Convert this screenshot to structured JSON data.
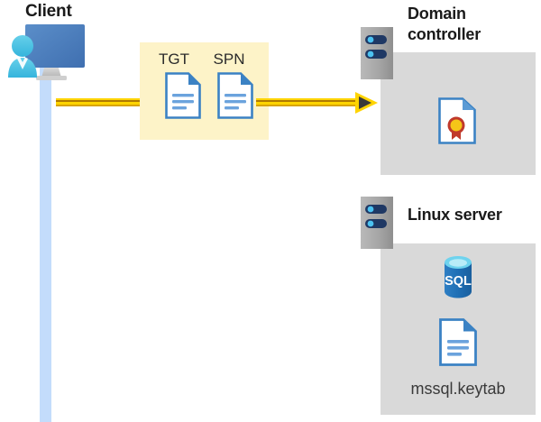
{
  "diagram": {
    "title_client": "Client",
    "title_domain_controller": "Domain controller",
    "title_linux_server": "Linux server",
    "message_box": {
      "items": [
        {
          "caption": "TGT",
          "icon": "document-icon"
        },
        {
          "caption": "SPN",
          "icon": "document-icon"
        }
      ]
    },
    "domain_controller": {
      "contents": [
        {
          "icon": "certificate-document-icon",
          "caption": ""
        }
      ]
    },
    "linux_server": {
      "contents": [
        {
          "icon": "sql-database-icon",
          "caption": "SQL"
        },
        {
          "icon": "document-icon",
          "caption": "mssql.keytab"
        }
      ],
      "keytab_filename": "mssql.keytab",
      "sql_badge_text": "SQL"
    },
    "flow": {
      "direction": "client-to-domain-controller",
      "arrow_label": ""
    },
    "colors": {
      "lifeline": "#c3dcfb",
      "message_box": "#fdf3c8",
      "panel": "#d9d9d9",
      "connector": "#ffd400",
      "connector_dark": "#b07a00",
      "server_chassis": "#a6a6a6",
      "server_led": "#1f3864",
      "doc_blue": "#3b82c4",
      "sql_blue": "#1f6fb5",
      "cert_red": "#c0392b",
      "cert_yellow": "#f5c518",
      "text_dark": "#1a1a1a"
    }
  }
}
